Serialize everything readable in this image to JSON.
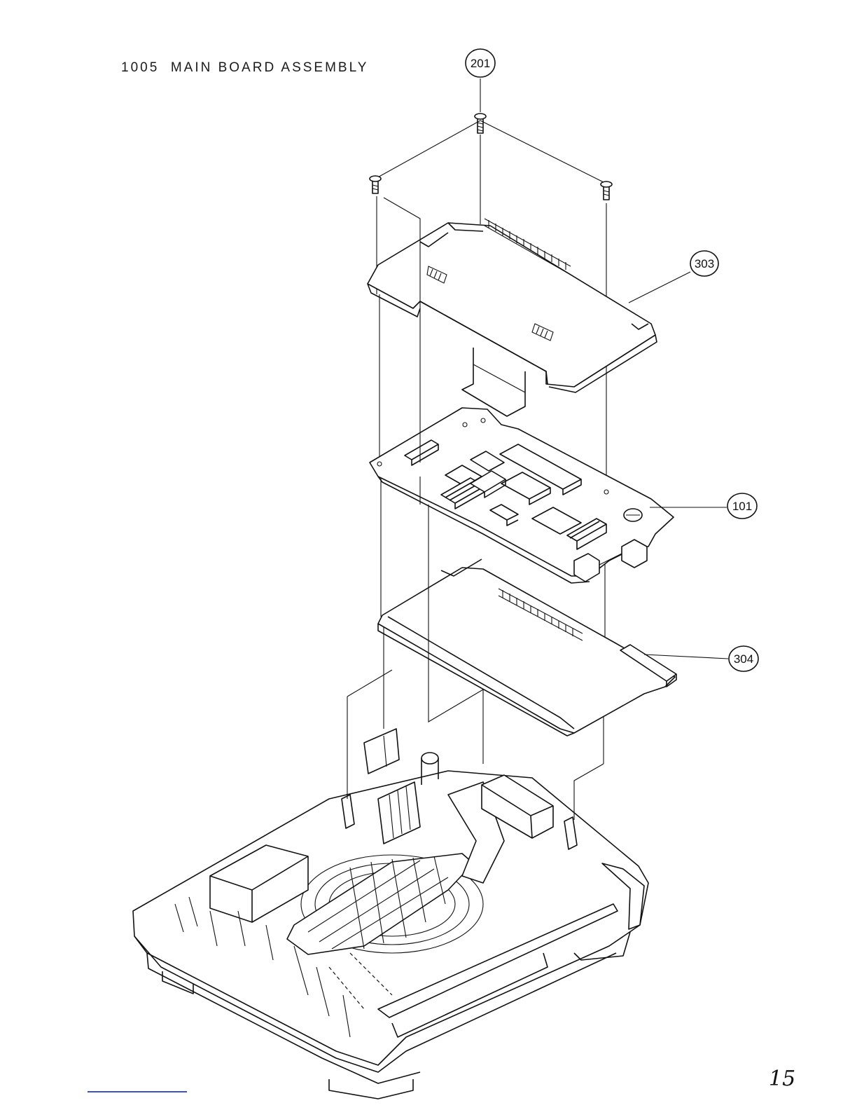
{
  "title": "1005  MAIN BOARD ASSEMBLY",
  "page_number": "15",
  "callouts": [
    {
      "id": "screws",
      "label": "201"
    },
    {
      "id": "top-shield",
      "label": "303"
    },
    {
      "id": "main-board",
      "label": "101"
    },
    {
      "id": "bottom-shield",
      "label": "304"
    }
  ]
}
